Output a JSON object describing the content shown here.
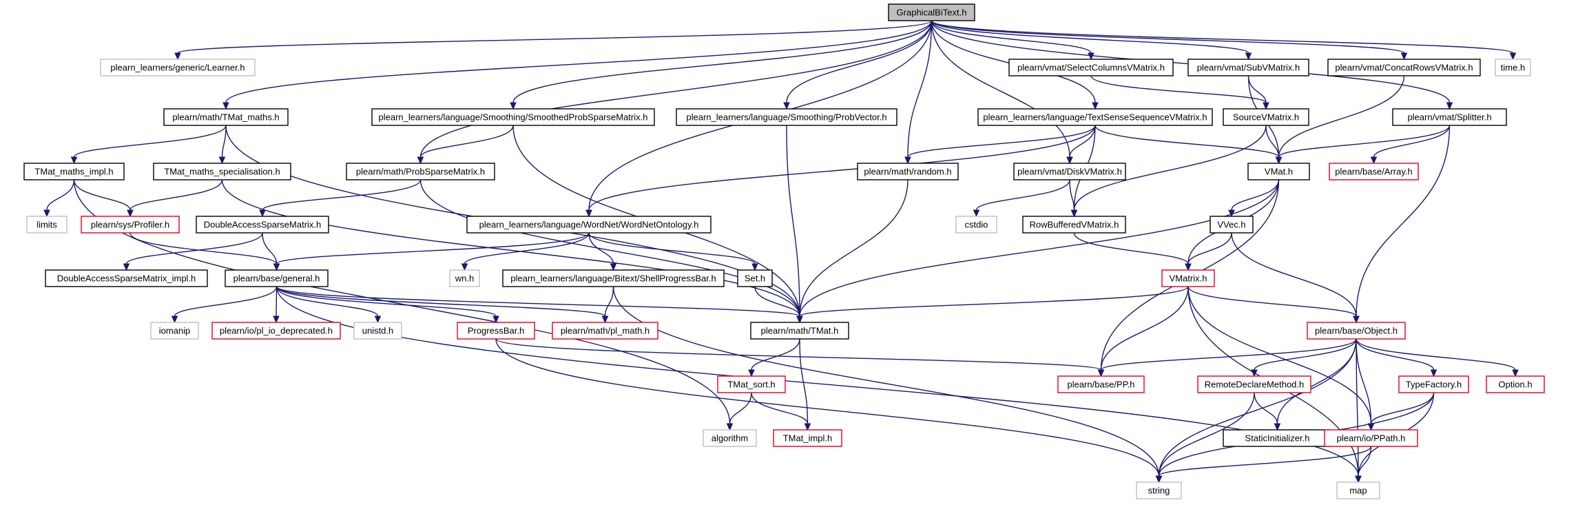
{
  "graph": {
    "root": "GraphicalBiText.h",
    "node_labels": {
      "root": "GraphicalBiText.h",
      "learner": "plearn_learners/generic/Learner.h",
      "tmat_maths": "plearn/math/TMat_maths.h",
      "probsparse": "plearn/math/ProbSparseMatrix.h",
      "wordnet": "plearn_learners/language/WordNet/WordNetOntology.h",
      "smoothed": "plearn_learners/language/Smoothing/SmoothedProbSparseMatrix.h",
      "probvector": "plearn_learners/language/Smoothing/ProbVector.h",
      "random": "plearn/math/random.h",
      "diskvmat": "plearn/vmat/DiskVMatrix.h",
      "textsense": "plearn_learners/language/TextSenseSequenceVMatrix.h",
      "selectcols": "plearn/vmat/SelectColumnsVMatrix.h",
      "subvmat": "plearn/vmat/SubVMatrix.h",
      "concatrows": "plearn/vmat/ConcatRowsVMatrix.h",
      "splitter": "plearn/vmat/Splitter.h",
      "time": "time.h",
      "tmat_maths_impl": "TMat_maths_impl.h",
      "tmat_maths_spec": "TMat_maths_specialisation.h",
      "limits": "limits",
      "profiler": "plearn/sys/Profiler.h",
      "dasm": "DoubleAccessSparseMatrix.h",
      "dasm_impl": "DoubleAccessSparseMatrix_impl.h",
      "general": "plearn/base/general.h",
      "wn": "wn.h",
      "shellprogress": "plearn_learners/language/Bitext/ShellProgressBar.h",
      "set": "Set.h",
      "iomanip": "iomanip",
      "pl_io_dep": "plearn/io/pl_io_deprecated.h",
      "unistd": "unistd.h",
      "progressbar": "ProgressBar.h",
      "pl_math": "plearn/math/pl_math.h",
      "tmat": "plearn/math/TMat.h",
      "tmat_sort": "TMat_sort.h",
      "algorithm": "algorithm",
      "tmat_impl": "TMat_impl.h",
      "sourcevmat": "SourceVMatrix.h",
      "vmat": "VMat.h",
      "array": "plearn/base/Array.h",
      "cstdio": "cstdio",
      "rowbuffered": "RowBufferedVMatrix.h",
      "vvec": "VVec.h",
      "vmatrix": "VMatrix.h",
      "object": "plearn/base/Object.h",
      "pp": "plearn/base/PP.h",
      "remotedeclare": "RemoteDeclareMethod.h",
      "typefactory": "TypeFactory.h",
      "option": "Option.h",
      "staticinit": "StaticInitializer.h",
      "ppath": "plearn/io/PPath.h",
      "string": "string",
      "map": "map"
    },
    "edges": [
      [
        "root",
        "learner"
      ],
      [
        "root",
        "tmat_maths"
      ],
      [
        "root",
        "probsparse"
      ],
      [
        "root",
        "wordnet"
      ],
      [
        "root",
        "smoothed"
      ],
      [
        "root",
        "probvector"
      ],
      [
        "root",
        "random"
      ],
      [
        "root",
        "diskvmat"
      ],
      [
        "root",
        "textsense"
      ],
      [
        "root",
        "selectcols"
      ],
      [
        "root",
        "subvmat"
      ],
      [
        "root",
        "concatrows"
      ],
      [
        "root",
        "splitter"
      ],
      [
        "root",
        "time"
      ],
      [
        "tmat_maths",
        "tmat_maths_impl"
      ],
      [
        "tmat_maths",
        "tmat_maths_spec"
      ],
      [
        "tmat_maths",
        "tmat"
      ],
      [
        "tmat_maths_impl",
        "limits"
      ],
      [
        "tmat_maths_impl",
        "profiler"
      ],
      [
        "tmat_maths_impl",
        "algorithm"
      ],
      [
        "tmat_maths_spec",
        "profiler"
      ],
      [
        "tmat_maths_spec",
        "tmat"
      ],
      [
        "profiler",
        "general"
      ],
      [
        "smoothed",
        "probsparse"
      ],
      [
        "smoothed",
        "tmat"
      ],
      [
        "probsparse",
        "dasm"
      ],
      [
        "probsparse",
        "tmat"
      ],
      [
        "dasm",
        "dasm_impl"
      ],
      [
        "dasm",
        "general"
      ],
      [
        "wordnet",
        "general"
      ],
      [
        "wordnet",
        "wn"
      ],
      [
        "wordnet",
        "shellprogress"
      ],
      [
        "wordnet",
        "set"
      ],
      [
        "shellprogress",
        "pl_math"
      ],
      [
        "shellprogress",
        "string"
      ],
      [
        "set",
        "tmat"
      ],
      [
        "general",
        "iomanip"
      ],
      [
        "general",
        "pl_io_dep"
      ],
      [
        "general",
        "unistd"
      ],
      [
        "general",
        "progressbar"
      ],
      [
        "general",
        "pl_math"
      ],
      [
        "general",
        "tmat"
      ],
      [
        "general",
        "map"
      ],
      [
        "progressbar",
        "pp"
      ],
      [
        "progressbar",
        "string"
      ],
      [
        "probvector",
        "tmat"
      ],
      [
        "random",
        "tmat"
      ],
      [
        "tmat",
        "tmat_sort"
      ],
      [
        "tmat",
        "tmat_impl"
      ],
      [
        "tmat_sort",
        "algorithm"
      ],
      [
        "tmat_sort",
        "tmat_impl"
      ],
      [
        "textsense",
        "wordnet"
      ],
      [
        "textsense",
        "random"
      ],
      [
        "textsense",
        "diskvmat"
      ],
      [
        "textsense",
        "rowbuffered"
      ],
      [
        "textsense",
        "vmat"
      ],
      [
        "diskvmat",
        "cstdio"
      ],
      [
        "diskvmat",
        "rowbuffered"
      ],
      [
        "selectcols",
        "sourcevmat"
      ],
      [
        "subvmat",
        "sourcevmat"
      ],
      [
        "subvmat",
        "vmat"
      ],
      [
        "concatrows",
        "vmat"
      ],
      [
        "sourcevmat",
        "vmat"
      ],
      [
        "sourcevmat",
        "rowbuffered"
      ],
      [
        "splitter",
        "vmat"
      ],
      [
        "splitter",
        "array"
      ],
      [
        "splitter",
        "object"
      ],
      [
        "vmat",
        "vvec"
      ],
      [
        "vmat",
        "vmatrix"
      ],
      [
        "vmat",
        "pp"
      ],
      [
        "vmat",
        "tmat"
      ],
      [
        "rowbuffered",
        "vmatrix"
      ],
      [
        "vvec",
        "vmatrix"
      ],
      [
        "vvec",
        "object"
      ],
      [
        "vmatrix",
        "tmat"
      ],
      [
        "vmatrix",
        "object"
      ],
      [
        "vmatrix",
        "pp"
      ],
      [
        "vmatrix",
        "ppath"
      ],
      [
        "vmatrix",
        "map"
      ],
      [
        "object",
        "pp"
      ],
      [
        "object",
        "remotedeclare"
      ],
      [
        "object",
        "typefactory"
      ],
      [
        "object",
        "option"
      ],
      [
        "object",
        "staticinit"
      ],
      [
        "object",
        "ppath"
      ],
      [
        "object",
        "string"
      ],
      [
        "object",
        "map"
      ],
      [
        "remotedeclare",
        "staticinit"
      ],
      [
        "remotedeclare",
        "string"
      ],
      [
        "typefactory",
        "ppath"
      ],
      [
        "typefactory",
        "string"
      ],
      [
        "typefactory",
        "map"
      ],
      [
        "ppath",
        "string"
      ],
      [
        "ppath",
        "map"
      ]
    ],
    "colors": {
      "edge": "#191970",
      "root_fill": "#bfbfbf",
      "red_border": "#e0001a",
      "gray_border": "#bfbfbf"
    }
  }
}
